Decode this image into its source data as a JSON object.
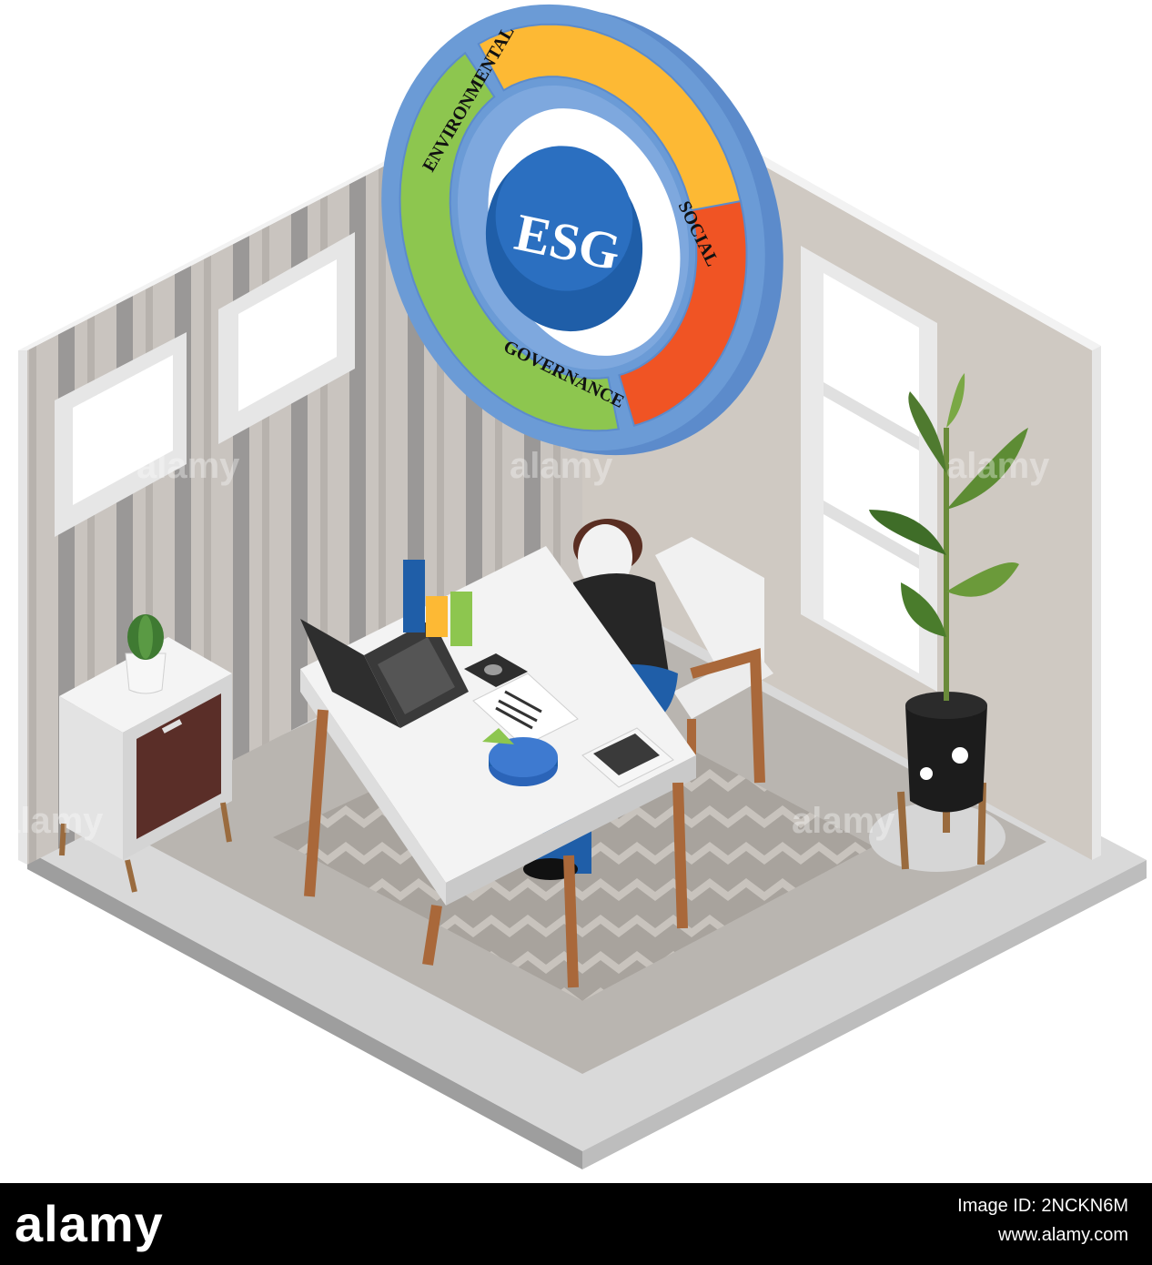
{
  "diagram": {
    "center_label": "ESG",
    "segments": [
      {
        "label": "ENVIRONMENTAL",
        "color": "#8dc64f"
      },
      {
        "label": "SOCIAL",
        "color": "#fdb934"
      },
      {
        "label": "GOVERNANCE",
        "color": "#f05424"
      }
    ],
    "ring_outer_color": "#6b9bd6",
    "hub_color": "#1f5ea8"
  },
  "watermark": "alamy",
  "footer": {
    "logo": "alamy",
    "image_id": "Image ID: 2NCKN6M",
    "url": "www.alamy.com"
  }
}
